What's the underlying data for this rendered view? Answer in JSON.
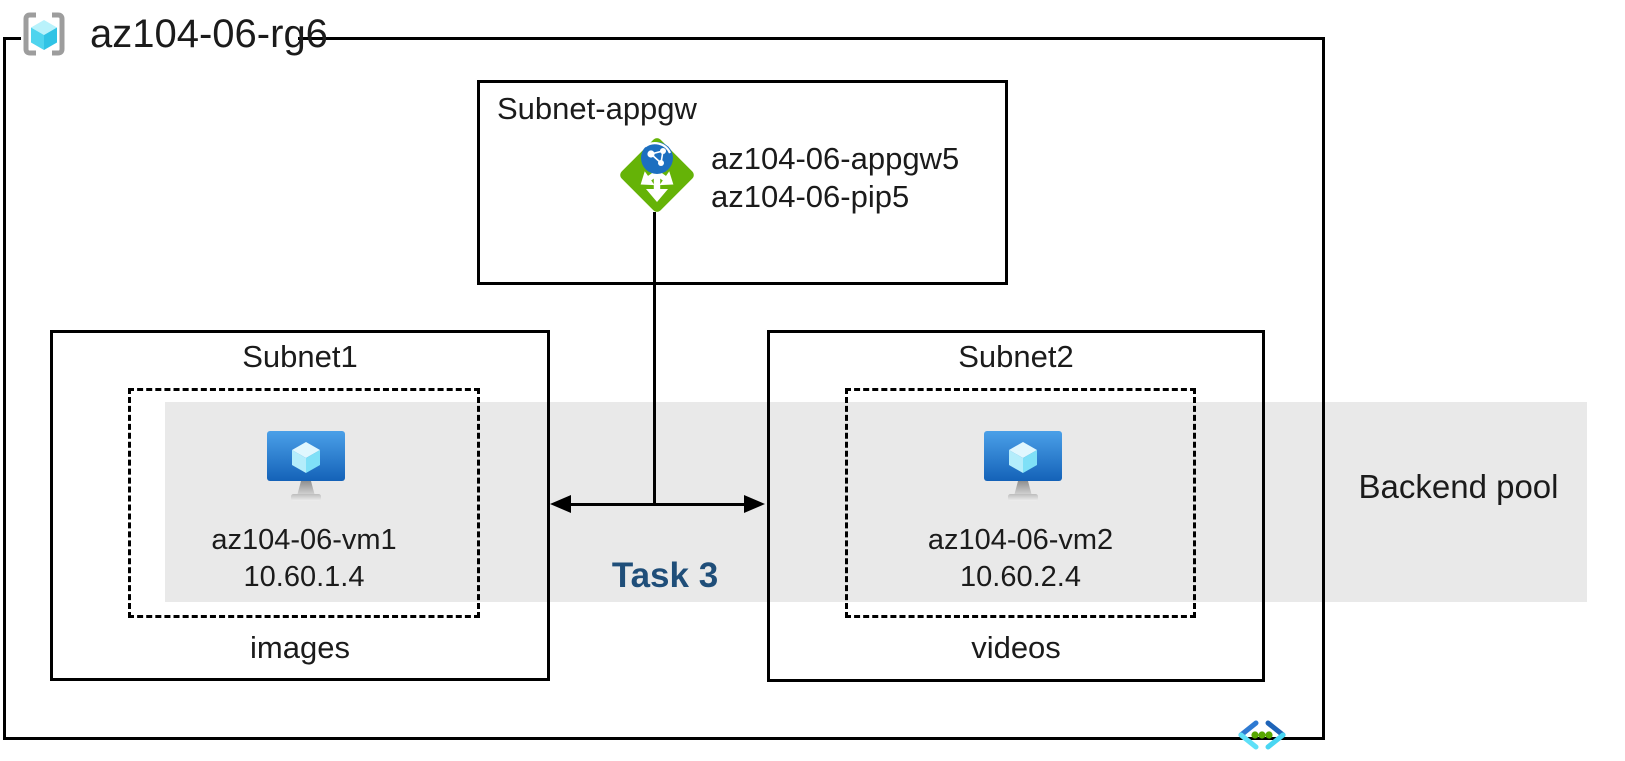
{
  "resource_group": {
    "label": "az104-06-rg6"
  },
  "appgw_subnet": {
    "title": "Subnet-appgw",
    "gateway_name": "az104-06-appgw5",
    "public_ip_name": "az104-06-pip5"
  },
  "subnet1": {
    "title": "Subnet1",
    "vm_name": "az104-06-vm1",
    "vm_ip": "10.60.1.4",
    "caption": "images"
  },
  "subnet2": {
    "title": "Subnet2",
    "vm_name": "az104-06-vm2",
    "vm_ip": "10.60.2.4",
    "caption": "videos"
  },
  "backend_pool": {
    "label": "Backend pool"
  },
  "task": {
    "label": "Task 3"
  },
  "icons": {
    "resource_group": "resource-group-icon",
    "application_gateway": "application-gateway-icon",
    "virtual_machine": "virtual-machine-icon",
    "virtual_network": "virtual-network-icon"
  },
  "colors": {
    "backend_pool_band": "#e9e9e9",
    "task_label": "#1f4e79",
    "appgw_green": "#65b307",
    "globe_blue": "#1d6fc0",
    "vm_screen_blue_top": "#4ba0e8",
    "vm_screen_blue_bottom": "#1462b8",
    "cube_cyan": "#50e6ff",
    "vnet_dot_green": "#57a700",
    "line_black": "#000000"
  }
}
